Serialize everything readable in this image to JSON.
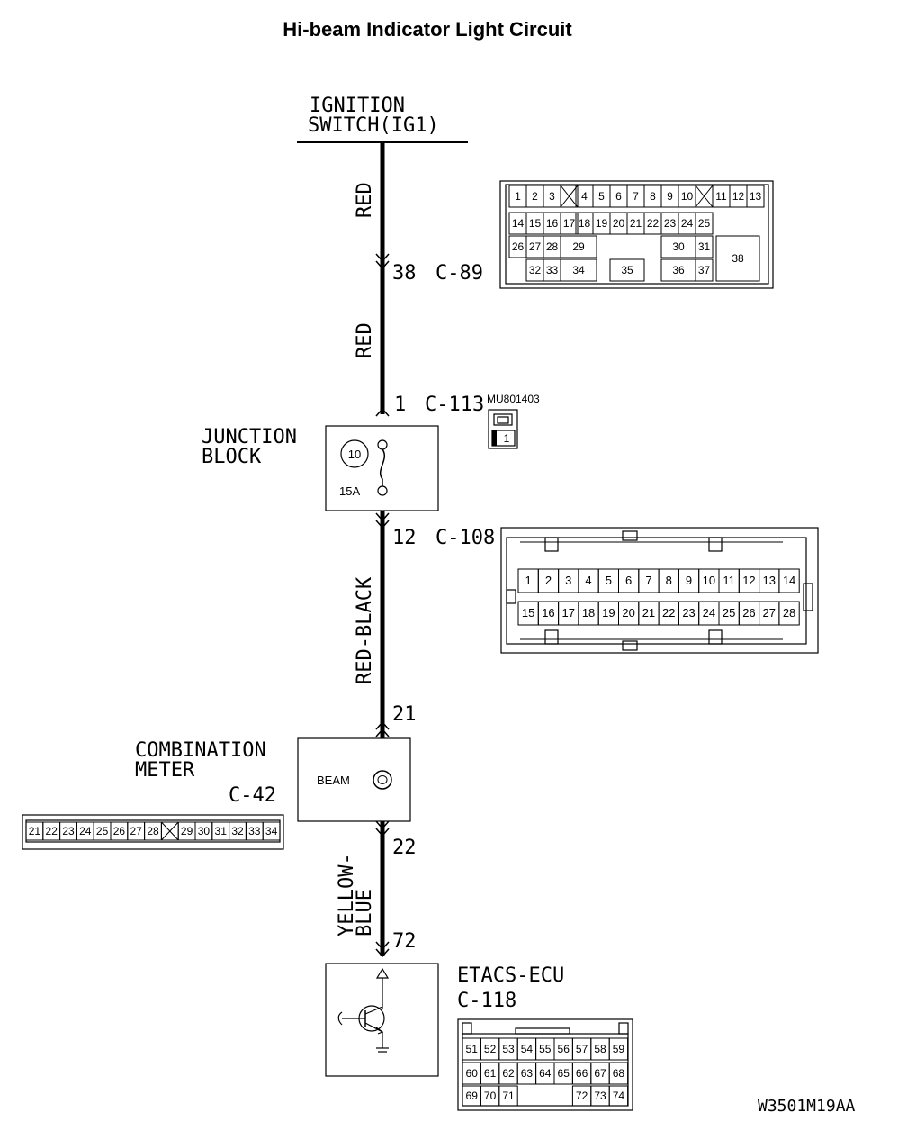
{
  "title": "Hi-beam Indicator Light Circuit",
  "ignition": {
    "line1": "IGNITION",
    "line2": "SWITCH(IG1)"
  },
  "wires": {
    "w1": "RED",
    "w2": "RED",
    "w3": "RED-BLACK",
    "w4_line1": "YELLOW-",
    "w4_line2": "BLUE"
  },
  "connectors": {
    "c89": {
      "pin": "38",
      "name": "C-89"
    },
    "c113": {
      "pin": "1",
      "name": "C-113",
      "part": "MU801403",
      "pin_cell": "1"
    },
    "c108": {
      "pin": "12",
      "name": "C-108"
    },
    "c42": {
      "pin_in": "21",
      "pin_out": "22",
      "name": "C-42"
    },
    "c118": {
      "pin": "72",
      "name": "C-118"
    }
  },
  "junction_block": {
    "line1": "JUNCTION",
    "line2": "BLOCK",
    "fuse_no": "10",
    "fuse_rating": "15A"
  },
  "combination_meter": {
    "line1": "COMBINATION",
    "line2": "METER",
    "lamp": "BEAM"
  },
  "etacs": {
    "name": "ETACS-ECU"
  },
  "diagram_code": "W3501M19AA",
  "c89_pins": {
    "row1": [
      "1",
      "2",
      "3",
      "",
      "4",
      "5",
      "6",
      "7",
      "8",
      "9",
      "10",
      "",
      "11",
      "12",
      "13"
    ],
    "row2": [
      "14",
      "15",
      "16",
      "17",
      "18",
      "19",
      "20",
      "21",
      "22",
      "23",
      "24",
      "25"
    ],
    "row3": [
      "26",
      "27",
      "28",
      "29",
      "30",
      "31",
      "38"
    ],
    "row4": [
      "32",
      "33",
      "34",
      "35",
      "36",
      "37"
    ]
  },
  "c108_pins": {
    "row1": [
      "1",
      "2",
      "3",
      "4",
      "5",
      "6",
      "7",
      "8",
      "9",
      "10",
      "11",
      "12",
      "13",
      "14"
    ],
    "row2": [
      "15",
      "16",
      "17",
      "18",
      "19",
      "20",
      "21",
      "22",
      "23",
      "24",
      "25",
      "26",
      "27",
      "28"
    ]
  },
  "c42_pins": [
    "21",
    "22",
    "23",
    "24",
    "25",
    "26",
    "27",
    "28",
    "",
    "29",
    "30",
    "31",
    "32",
    "33",
    "34"
  ],
  "c118_pins": {
    "row1": [
      "51",
      "52",
      "53",
      "54",
      "55",
      "56",
      "57",
      "58",
      "59"
    ],
    "row2": [
      "60",
      "61",
      "62",
      "63",
      "64",
      "65",
      "66",
      "67",
      "68"
    ],
    "row3": [
      "69",
      "70",
      "71",
      "72",
      "73",
      "74"
    ]
  }
}
